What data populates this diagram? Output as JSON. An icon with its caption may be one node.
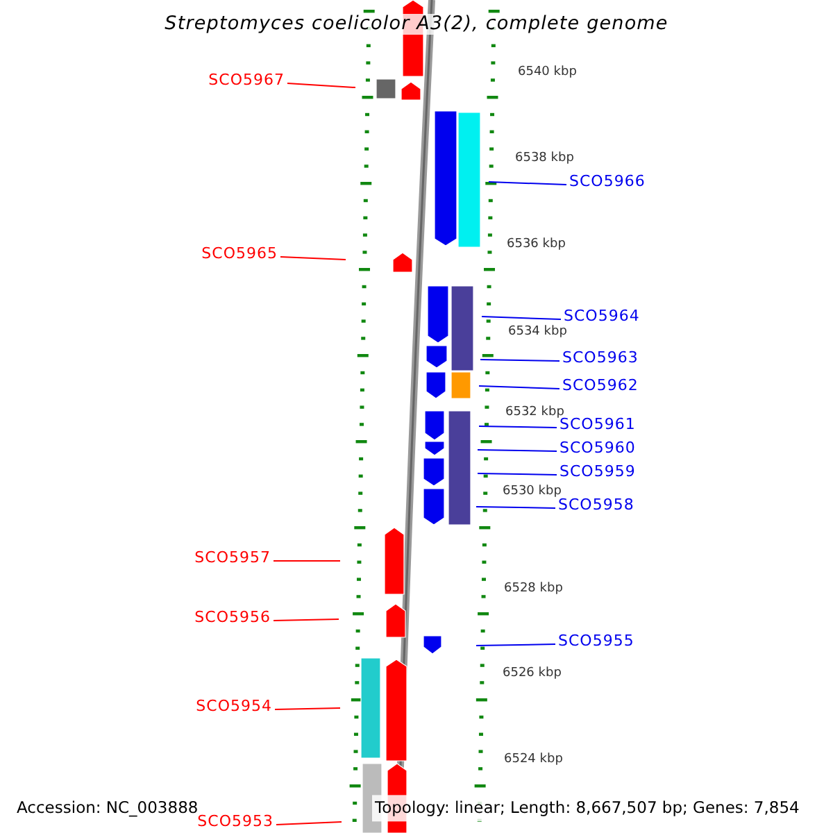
{
  "diagram": {
    "title": "Streptomyces coelicolor A3(2), complete genome",
    "nodes": [
      {
        "text": [
          "SCO5967"
        ]
      },
      {
        "text": [
          "SCO5966"
        ]
      },
      {
        "text": [
          "SCO5965"
        ]
      },
      {
        "text": [
          "SCO5964"
        ]
      },
      {
        "text": [
          "SCO5963"
        ]
      },
      {
        "text": [
          "SCO5962"
        ]
      },
      {
        "text": [
          "SCO5961"
        ]
      },
      {
        "text": [
          "SCO5960"
        ]
      },
      {
        "text": [
          "SCO5959"
        ]
      },
      {
        "text": [
          "SCO5958"
        ]
      },
      {
        "text": [
          "SCO5957"
        ]
      },
      {
        "text": [
          "SCO5956"
        ]
      },
      {
        "text": [
          "SCO5955"
        ]
      },
      {
        "text": [
          "SCO5954"
        ]
      },
      {
        "text": [
          "SCO5953"
        ]
      }
    ],
    "edges": [
      {
        "from": 0,
        "to": null,
        "arrow": "none",
        "color": "#ff0000"
      },
      {
        "from": 1,
        "to": null,
        "arrow": "none"
      },
      {
        "from": 2,
        "to": null,
        "arrow": "none",
        "color": "#ff0000"
      },
      {
        "from": 3,
        "to": null,
        "arrow": "none"
      },
      {
        "from": 4,
        "to": null,
        "arrow": "none"
      },
      {
        "from": 5,
        "to": null,
        "arrow": "none"
      },
      {
        "from": 6,
        "to": null,
        "arrow": "none"
      },
      {
        "from": 7,
        "to": null,
        "arrow": "none"
      },
      {
        "from": 8,
        "to": null,
        "arrow": "none"
      },
      {
        "from": 9,
        "to": null,
        "arrow": "none"
      },
      {
        "from": 10,
        "to": null,
        "arrow": "none",
        "color": "#ff0000"
      },
      {
        "from": 11,
        "to": null,
        "arrow": "none",
        "color": "#ff0000"
      },
      {
        "from": 12,
        "to": null,
        "arrow": "none"
      },
      {
        "from": 13,
        "to": null,
        "arrow": "none",
        "color": "#ff0000"
      },
      {
        "from": 14,
        "to": null,
        "arrow": "none",
        "color": "#ff0000"
      }
    ],
    "labels": [
      "6540 kbp",
      "6538 kbp",
      "6536 kbp",
      "6534 kbp",
      "6532 kbp",
      "6530 kbp",
      "6528 kbp",
      "6526 kbp",
      "6524 kbp",
      "Accession: NC_003888",
      "Topology: linear; Length: 8,667,507 bp; Genes: 7,854"
    ]
  }
}
